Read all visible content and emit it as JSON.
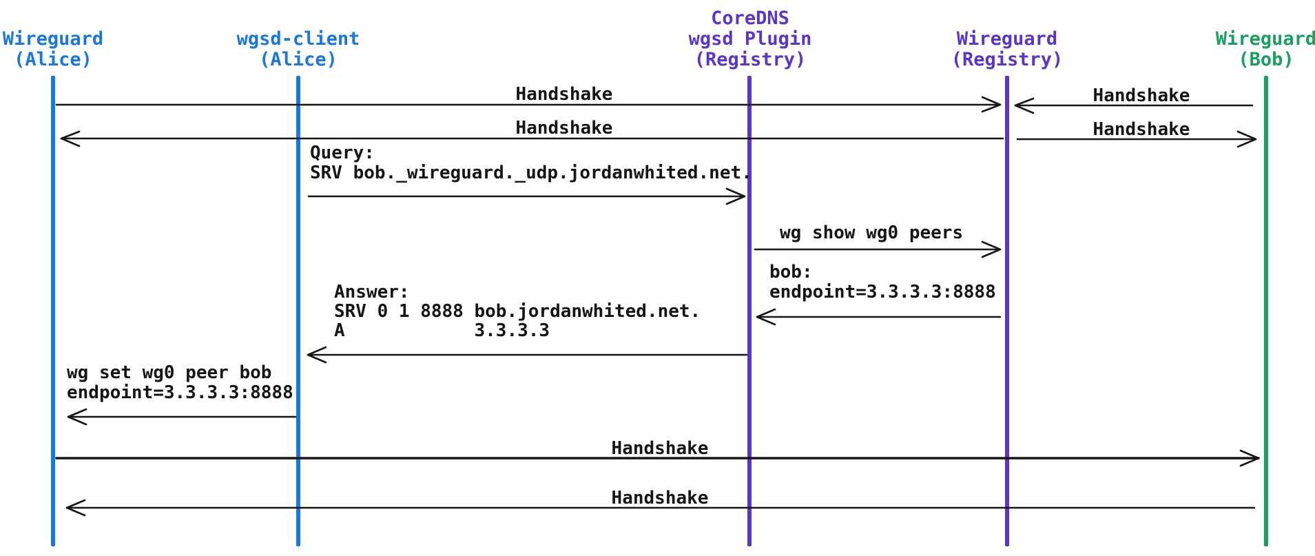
{
  "diagram": {
    "title": "wgsd service discovery sequence",
    "participants": [
      {
        "id": "wireguard-alice",
        "label": "Wireguard\n(Alice)"
      },
      {
        "id": "wgsd-client-alice",
        "label": "wgsd-client\n(Alice)"
      },
      {
        "id": "coredns-wgsd-plugin-registry",
        "label": "CoreDNS\nwgsd Plugin\n(Registry)"
      },
      {
        "id": "wireguard-registry",
        "label": "Wireguard\n(Registry)"
      },
      {
        "id": "wireguard-bob",
        "label": "Wireguard\n(Bob)"
      }
    ],
    "messages": [
      {
        "label": "Handshake",
        "from": "Wireguard (Alice)",
        "to": "Wireguard (Registry)"
      },
      {
        "label": "Handshake",
        "from": "Wireguard (Bob)",
        "to": "Wireguard (Registry)"
      },
      {
        "label": "Handshake",
        "from": "Wireguard (Registry)",
        "to": "Wireguard (Alice)"
      },
      {
        "label": "Handshake",
        "from": "Wireguard (Registry)",
        "to": "Wireguard (Bob)"
      },
      {
        "label": "Query:\nSRV bob._wireguard._udp.jordanwhited.net.",
        "from": "wgsd-client (Alice)",
        "to": "CoreDNS wgsd Plugin (Registry)"
      },
      {
        "label": "wg show wg0 peers",
        "from": "CoreDNS wgsd Plugin (Registry)",
        "to": "Wireguard (Registry)"
      },
      {
        "label": "bob:\nendpoint=3.3.3.3:8888",
        "from": "Wireguard (Registry)",
        "to": "CoreDNS wgsd Plugin (Registry)"
      },
      {
        "label": "Answer:\nSRV 0 1 8888 bob.jordanwhited.net.\nA            3.3.3.3",
        "from": "CoreDNS wgsd Plugin (Registry)",
        "to": "wgsd-client (Alice)"
      },
      {
        "label": "wg set wg0 peer bob\nendpoint=3.3.3.3:8888",
        "from": "wgsd-client (Alice)",
        "to": "Wireguard (Alice)"
      },
      {
        "label": "Handshake",
        "from": "Wireguard (Alice)",
        "to": "Wireguard (Bob)"
      },
      {
        "label": "Handshake",
        "from": "Wireguard (Bob)",
        "to": "Wireguard (Alice)"
      }
    ],
    "colors": {
      "alice_blue": "#1878DD",
      "registry_purple": "#5B35C9",
      "bob_green": "#18A05F",
      "ink": "#161616",
      "background": "#FFFFFF"
    }
  }
}
